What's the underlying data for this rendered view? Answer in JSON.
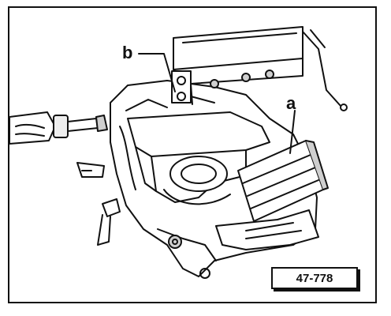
{
  "callouts": {
    "a": "a",
    "b": "b"
  },
  "figure_number": "47-778",
  "colors": {
    "ink": "#111111",
    "paper": "#ffffff",
    "shade": "#cfcfcf"
  }
}
